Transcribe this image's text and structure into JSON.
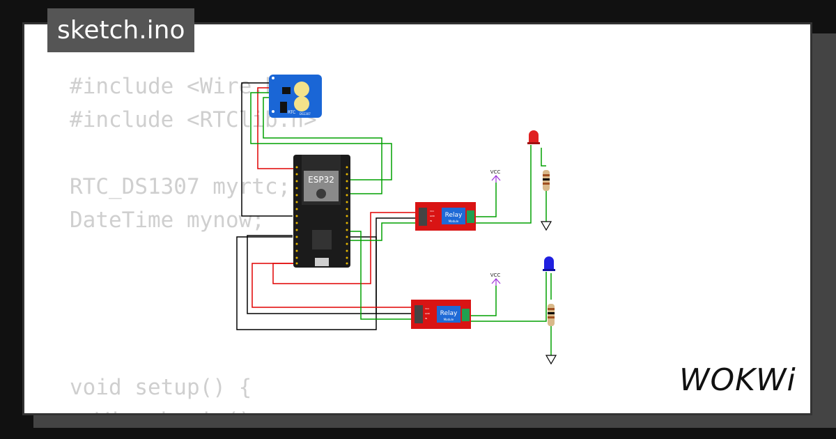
{
  "file_tab": {
    "label": "sketch.ino"
  },
  "code_lines": [
    "#include <Wire.h>",
    "#include <RTClib.h>",
    "",
    "RTC_DS1307 myrtc;",
    "DateTime mynow;",
    "",
    "",
    "",
    "",
    "void setup() {",
    "  Wire.begin();"
  ],
  "components": {
    "rtc": {
      "label": "RTC",
      "sub": "DS1307"
    },
    "mcu": {
      "label": "ESP32"
    },
    "relay_top": {
      "label": "Relay",
      "sub": "Module",
      "pins": [
        "VCC",
        "GND",
        "IN"
      ]
    },
    "relay_bottom": {
      "label": "Relay",
      "sub": "Module",
      "pins": [
        "VCC",
        "GND",
        "IN"
      ]
    },
    "vcc_top": {
      "label": "VCC"
    },
    "vcc_bottom": {
      "label": "VCC"
    }
  },
  "colors": {
    "led_red": "#e02020",
    "led_blue": "#2020e0",
    "wire_green": "#00a000",
    "wire_red": "#e00000",
    "wire_black": "#000000",
    "vcc": "#9b30d9"
  },
  "brand": {
    "logo": "WOKWi"
  }
}
